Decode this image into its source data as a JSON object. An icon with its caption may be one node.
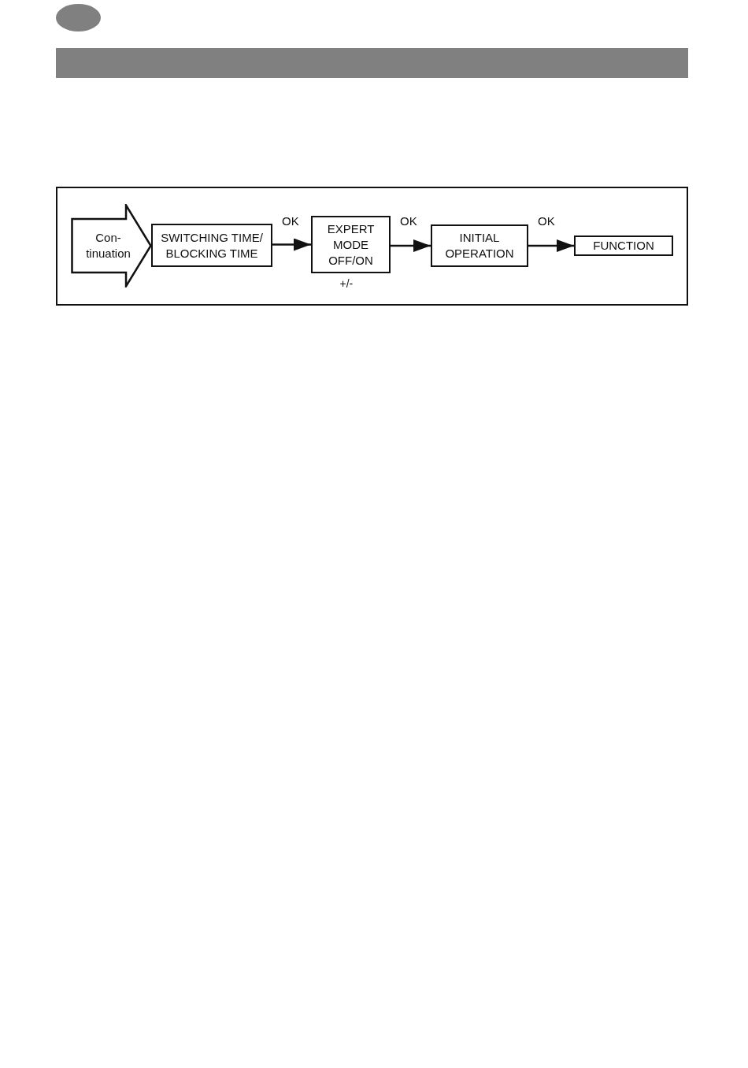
{
  "diagram": {
    "nodes": [
      {
        "text": [
          "Con- tinuation"
        ]
      },
      {
        "text": [
          "SWITCHING TIME/ BLOCKING TIME"
        ]
      },
      {
        "text": [
          "EXPERT MODE OFF/ON"
        ],
        "beside": [
          "+/-"
        ]
      },
      {
        "text": [
          "INITIAL OPERATION"
        ]
      },
      {
        "text": [
          "FUNCTION"
        ]
      }
    ],
    "edges": [
      {
        "from": 1,
        "to": 2,
        "arrow": "to",
        "label": "OK"
      },
      {
        "from": 2,
        "to": 3,
        "arrow": "to",
        "label": "OK"
      },
      {
        "from": 3,
        "to": 4,
        "arrow": "to",
        "label": "OK"
      }
    ]
  }
}
